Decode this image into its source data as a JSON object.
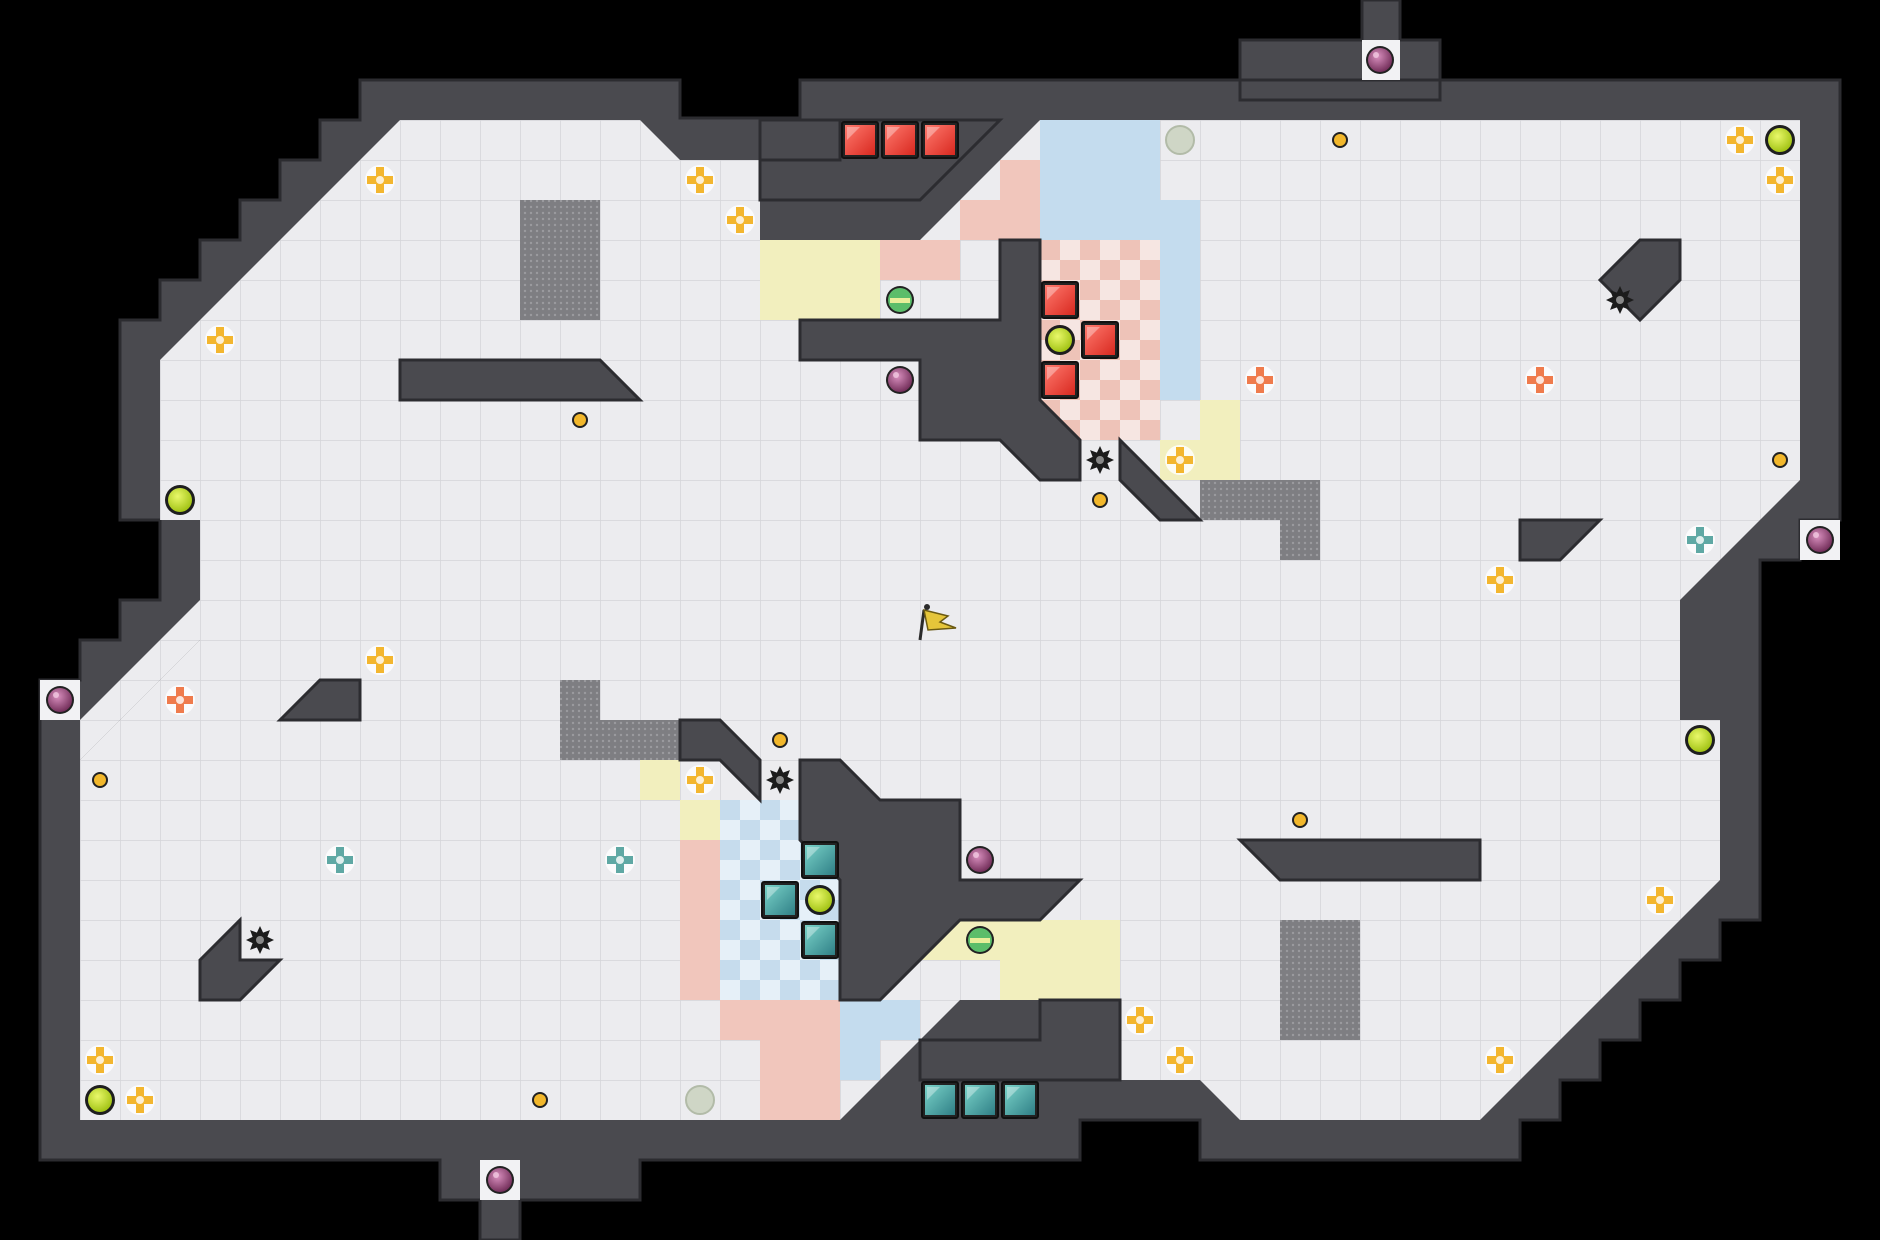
{
  "game": {
    "view": "arena-map-overview",
    "theme": {
      "background": "#000000",
      "wall": "#4a4a4f",
      "wall_edge": "#2c2c30",
      "floor": "#e9e9ec",
      "grid": "#d9d9de",
      "red_team": "#e8433b",
      "blue_team": "#3fa3a6",
      "red_zone": "#f1c6bc",
      "blue_zone": "#c4dcee",
      "neutral_zone": "#f2efbe",
      "metal_block": "#8a8a8e",
      "boost": "#f3b62f",
      "red_boost": "#ef7b4d",
      "teal_boost": "#5fa8a4",
      "powerup": "#c6e21b",
      "mine": "#8a4a7a",
      "flag": "#e5c53a"
    },
    "legend": {
      "spawn_tiles": [
        "red-spawn",
        "blue-spawn"
      ],
      "pickups": [
        "boost-pad",
        "team-boost-pad",
        "powerup",
        "button",
        "bomb"
      ],
      "objective": "neutral-flag"
    }
  }
}
